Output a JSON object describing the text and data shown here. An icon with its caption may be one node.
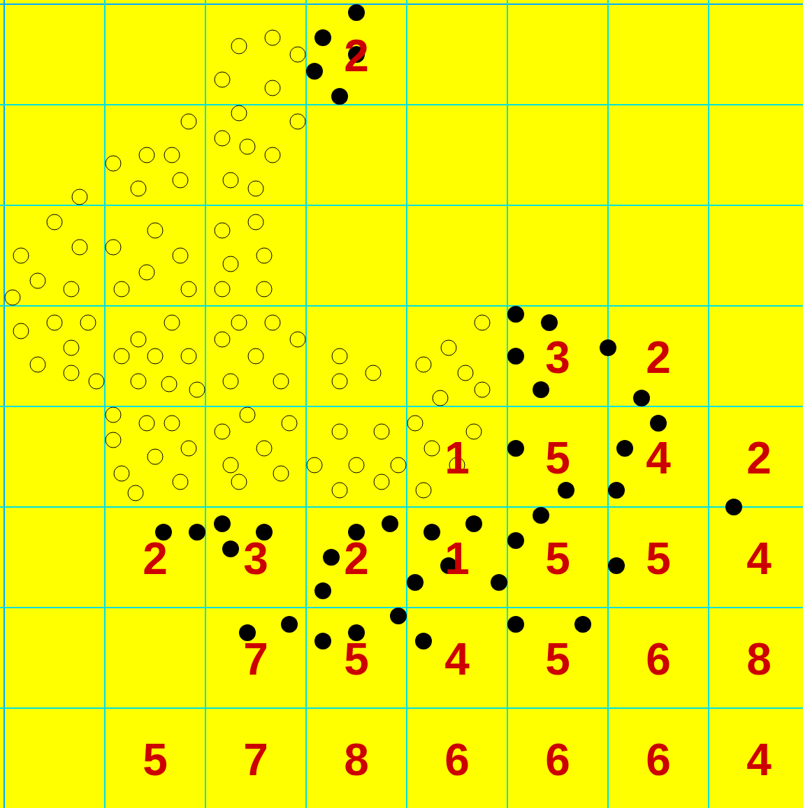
{
  "diagram": {
    "labels": [
      "2",
      "3",
      "2",
      "1",
      "5",
      "4",
      "2",
      "2",
      "3",
      "2",
      "1",
      "5",
      "5",
      "4",
      "7",
      "5",
      "4",
      "5",
      "6",
      "8",
      "5",
      "7",
      "8",
      "6",
      "6",
      "6",
      "4"
    ]
  }
}
